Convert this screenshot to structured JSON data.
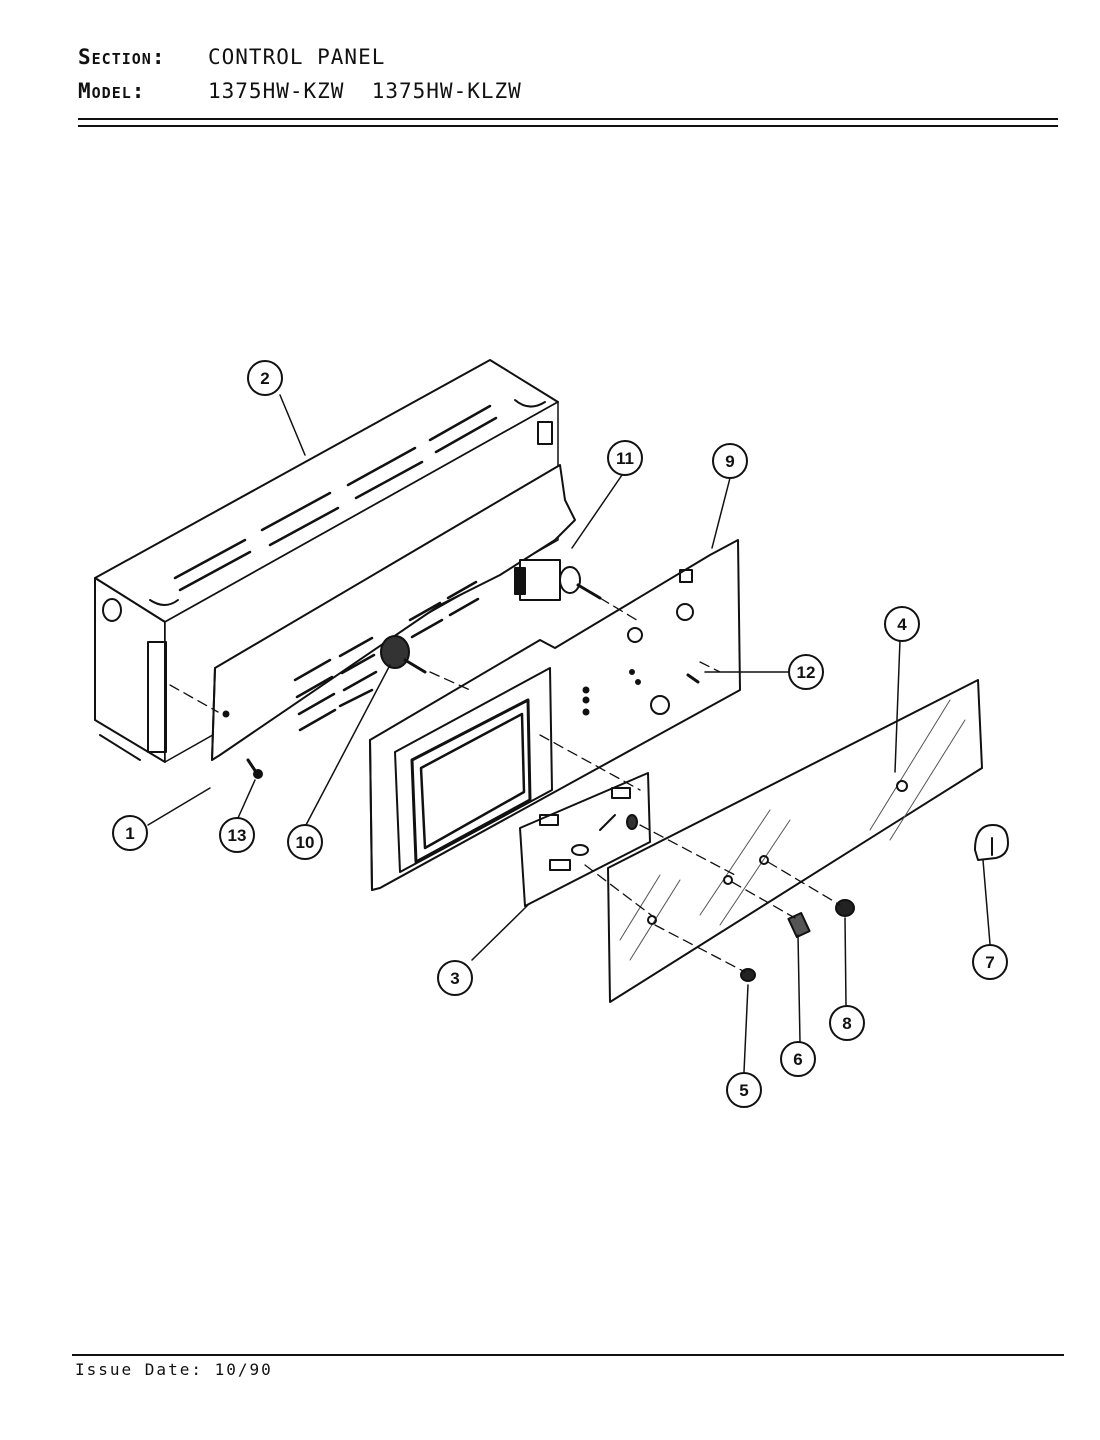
{
  "header": {
    "section_label": "Section:",
    "section_value": "CONTROL PANEL",
    "model_label": "Model:",
    "model_value": "1375HW-KZW  1375HW-KLZW"
  },
  "footer": {
    "issue_date": "Issue Date: 10/90"
  },
  "callouts": {
    "c1": "1",
    "c2": "2",
    "c3": "3",
    "c4": "4",
    "c5": "5",
    "c6": "6",
    "c7": "7",
    "c8": "8",
    "c9": "9",
    "c10": "10",
    "c11": "11",
    "c12": "12",
    "c13": "13"
  }
}
